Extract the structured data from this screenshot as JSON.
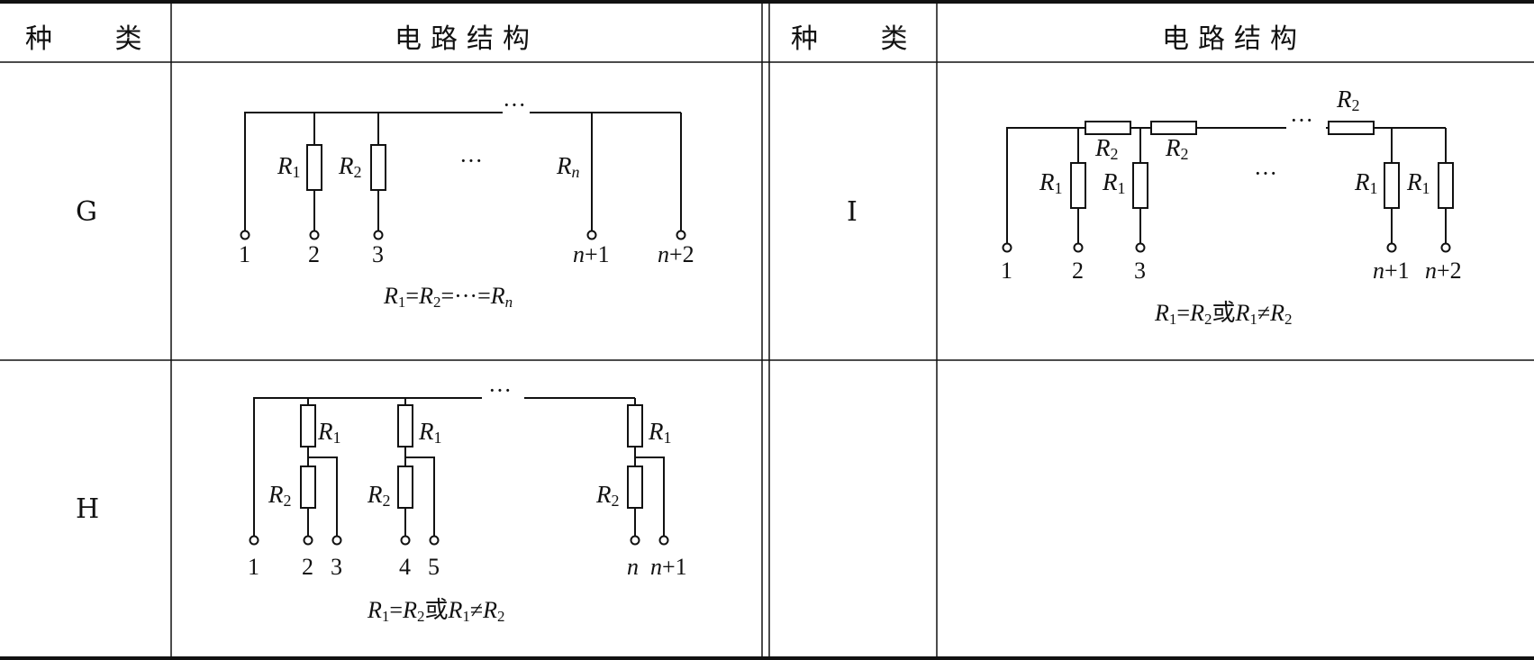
{
  "table": {
    "header_kind_left": "种 类",
    "header_circuit_left": "电路结构",
    "header_kind_right": "种 类",
    "header_circuit_right": "电路结构",
    "row_g": {
      "kind": "G",
      "resistors": [
        {
          "sym": "R",
          "sub": "1"
        },
        {
          "sym": "R",
          "sub": "2"
        },
        {
          "sym": "R",
          "sub": "n"
        }
      ],
      "terminals": [
        "1",
        "2",
        "3",
        "n+1",
        "n+2"
      ],
      "condition": {
        "a": "R",
        "a_sub": "1",
        "b": "R",
        "b_sub": "2",
        "mid": "=···=",
        "c": "R",
        "c_sub": "n",
        "eq": "="
      }
    },
    "row_h": {
      "kind": "H",
      "terminals": [
        "1",
        "2",
        "3",
        "4",
        "5",
        "n",
        "n+1"
      ],
      "condition": {
        "text_or": "或",
        "neq": "≠"
      }
    },
    "row_i": {
      "kind": "I",
      "terminals": [
        "1",
        "2",
        "3",
        "n+1",
        "n+2"
      ],
      "condition": {
        "text_or": "或",
        "neq": "≠"
      }
    }
  },
  "ellipsis": "···"
}
